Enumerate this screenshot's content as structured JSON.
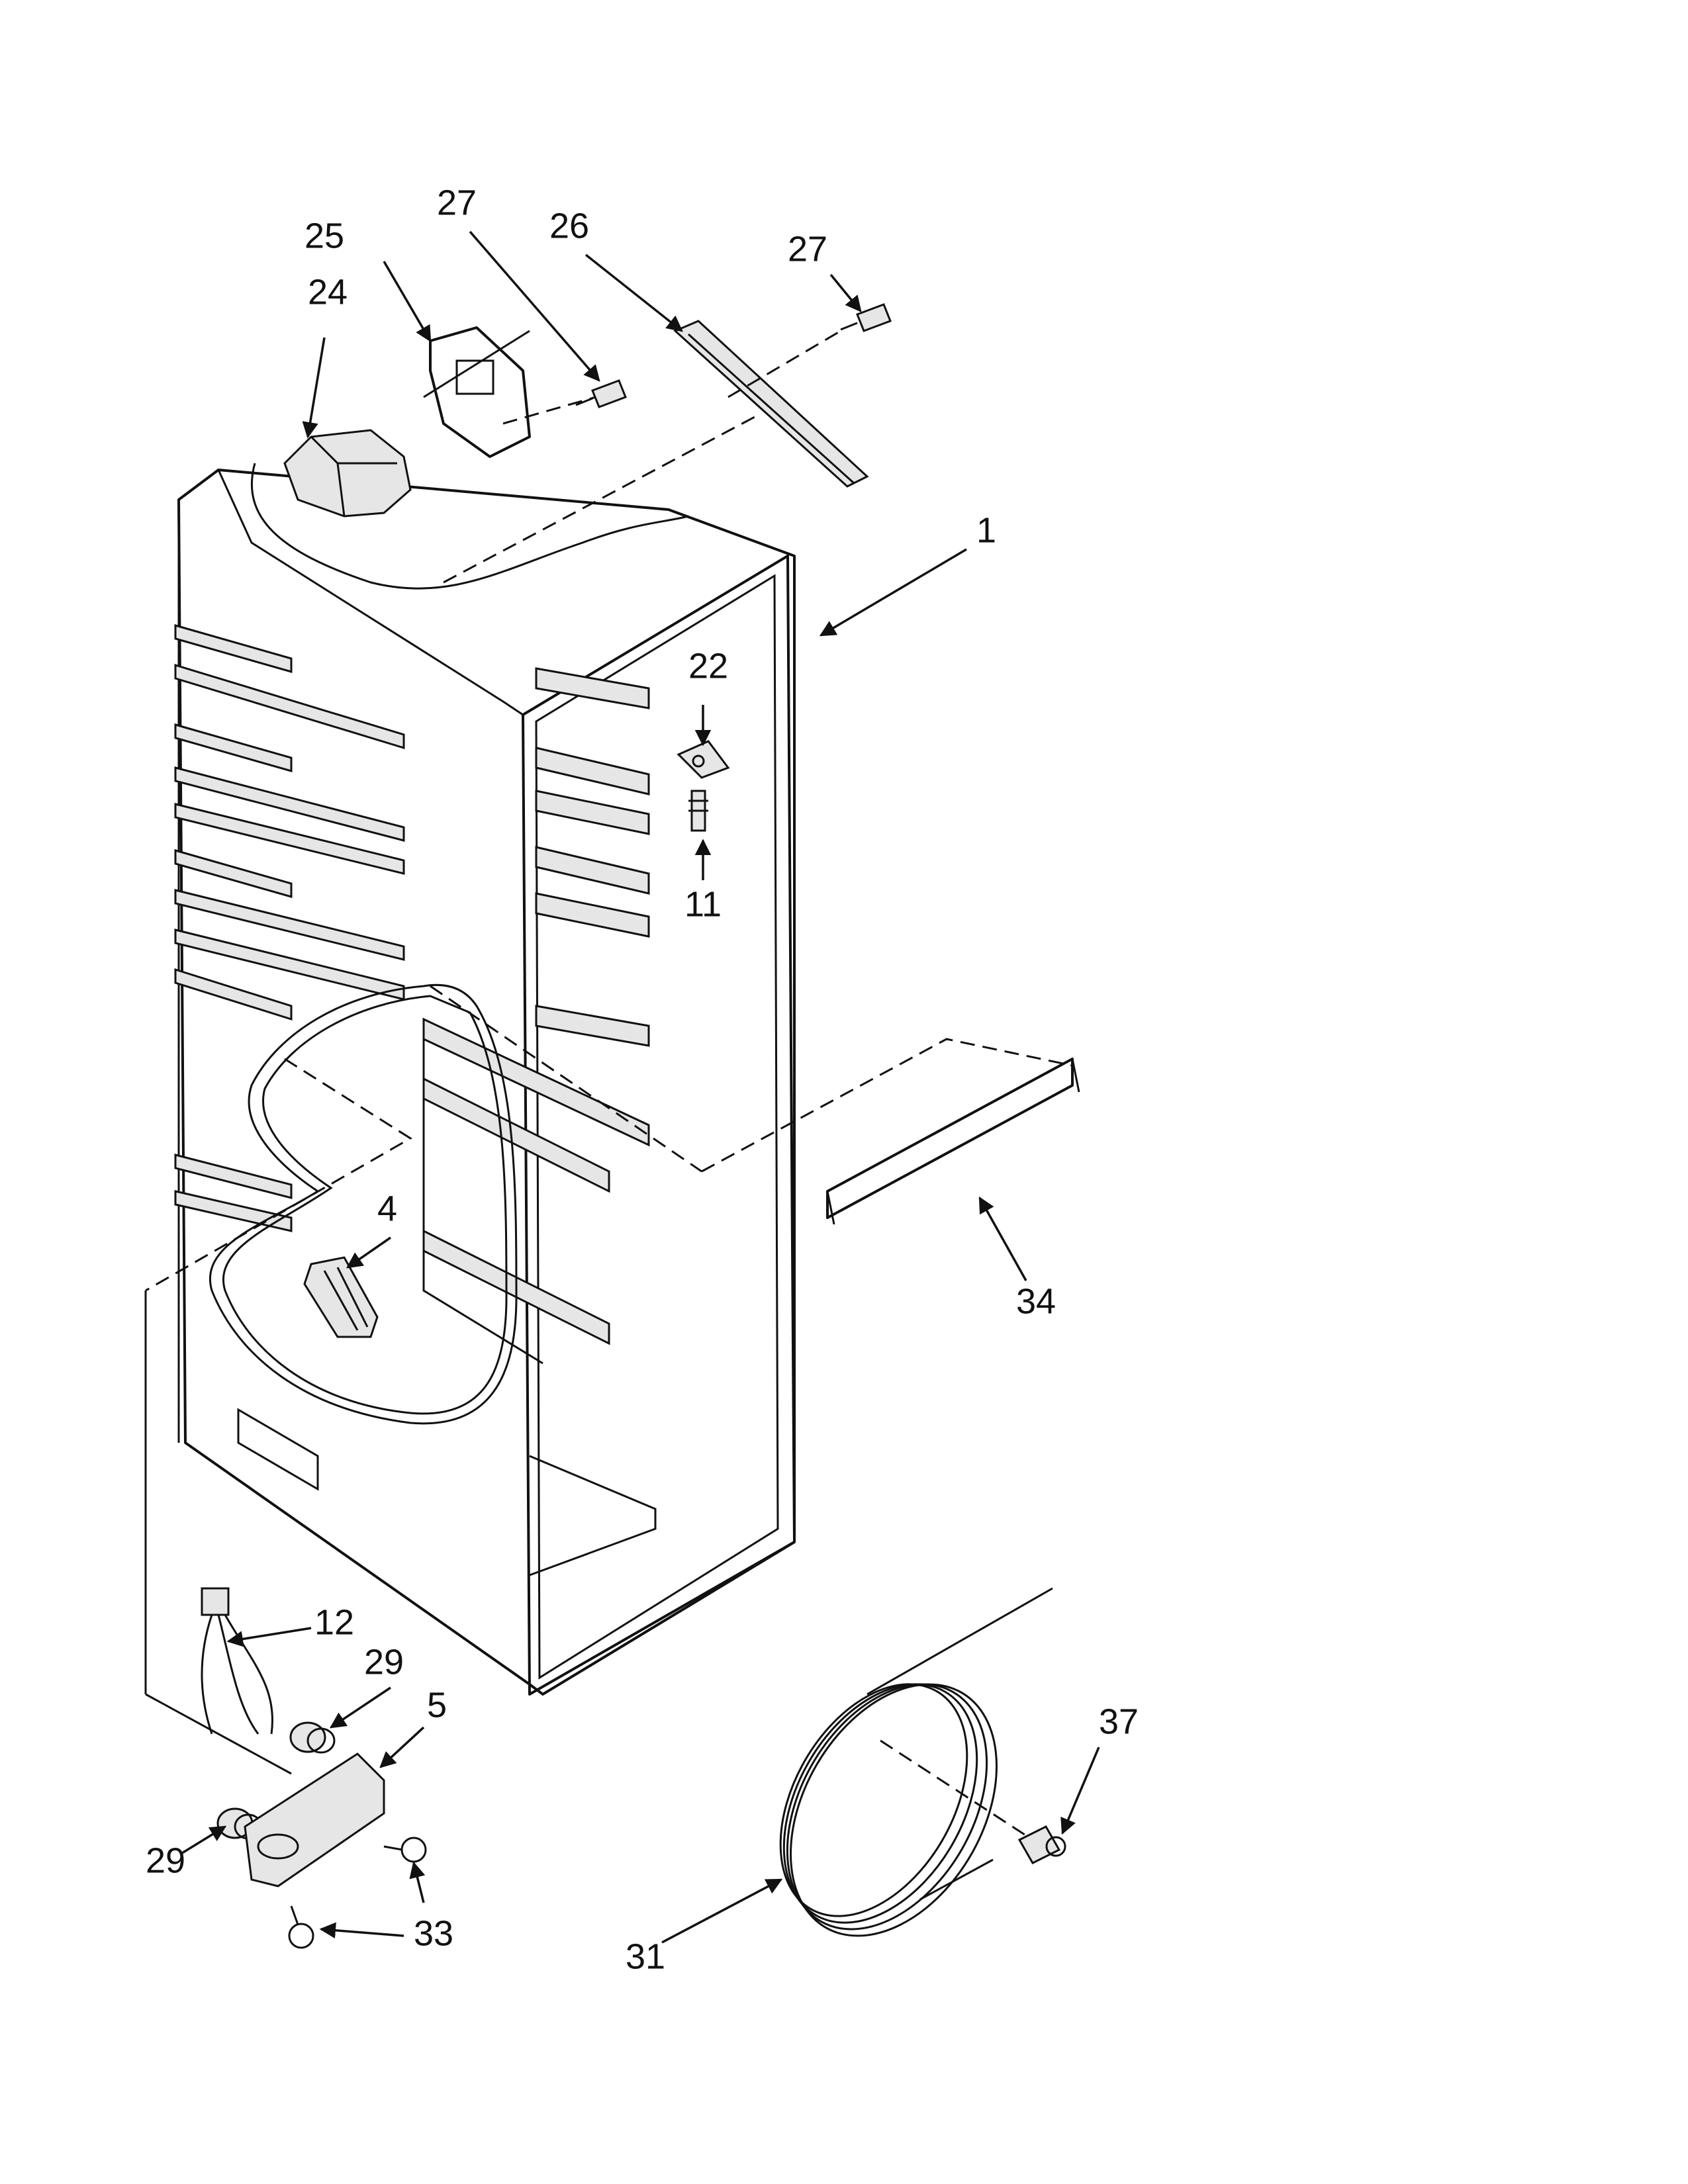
{
  "callouts": [
    {
      "id": "c1",
      "text": "1"
    },
    {
      "id": "c4",
      "text": "4"
    },
    {
      "id": "c5",
      "text": "5"
    },
    {
      "id": "c11",
      "text": "11"
    },
    {
      "id": "c12",
      "text": "12"
    },
    {
      "id": "c22",
      "text": "22"
    },
    {
      "id": "c24",
      "text": "24"
    },
    {
      "id": "c25",
      "text": "25"
    },
    {
      "id": "c26",
      "text": "26"
    },
    {
      "id": "c27a",
      "text": "27"
    },
    {
      "id": "c27b",
      "text": "27"
    },
    {
      "id": "c29a",
      "text": "29"
    },
    {
      "id": "c29b",
      "text": "29"
    },
    {
      "id": "c31",
      "text": "31"
    },
    {
      "id": "c33",
      "text": "33"
    },
    {
      "id": "c34",
      "text": "34"
    },
    {
      "id": "c37",
      "text": "37"
    }
  ]
}
